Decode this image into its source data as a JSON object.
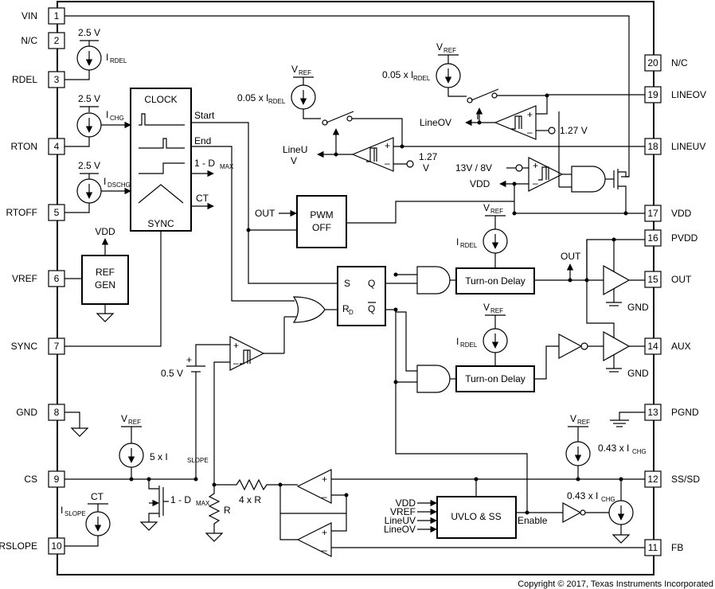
{
  "pins_left": [
    {
      "num": "1",
      "name": "VIN"
    },
    {
      "num": "2",
      "name": "N/C"
    },
    {
      "num": "3",
      "name": "RDEL"
    },
    {
      "num": "4",
      "name": "RTON"
    },
    {
      "num": "5",
      "name": "RTOFF"
    },
    {
      "num": "6",
      "name": "VREF"
    },
    {
      "num": "7",
      "name": "SYNC"
    },
    {
      "num": "8",
      "name": "GND"
    },
    {
      "num": "9",
      "name": "CS"
    },
    {
      "num": "10",
      "name": "RSLOPE"
    }
  ],
  "pins_right": [
    {
      "num": "20",
      "name": "N/C"
    },
    {
      "num": "19",
      "name": "LINEOV"
    },
    {
      "num": "18",
      "name": "LINEUV"
    },
    {
      "num": "17",
      "name": "VDD"
    },
    {
      "num": "16",
      "name": "PVDD"
    },
    {
      "num": "15",
      "name": "OUT"
    },
    {
      "num": "14",
      "name": "AUX"
    },
    {
      "num": "13",
      "name": "PGND"
    },
    {
      "num": "12",
      "name": "SS/SD"
    },
    {
      "num": "11",
      "name": "FB"
    }
  ],
  "blocks": {
    "clock": "CLOCK",
    "sync": "SYNC",
    "start": "Start",
    "end": "End",
    "dmax": "1 - D",
    "dmax_sub": "MAX",
    "ct": "CT",
    "ref_gen_1": "REF",
    "ref_gen_2": "GEN",
    "pwm_off_1": "PWM",
    "pwm_off_2": "OFF",
    "out_in": "OUT",
    "latch_s": "S",
    "latch_q": "Q",
    "latch_rd": "R",
    "latch_rd_sub": "D",
    "latch_qbar": "Q",
    "turn_on_delay_1": "Turn-on Delay",
    "turn_on_delay_2": "Turn-on Delay",
    "uvlo_ss": "UVLO & SS",
    "enable": "Enable"
  },
  "labels": {
    "v25_rdel": "2.5 V",
    "i_rdel": "I",
    "i_rdel_sub": "RDEL",
    "v25_rton": "2.5 V",
    "i_chg": "I",
    "i_chg_sub": "CHG",
    "v25_rtoff": "2.5 V",
    "i_dschg": "I",
    "i_dschg_sub": "DSCHG",
    "vdd_ref": "VDD",
    "v": "V",
    "ref_sub": "REF",
    "lineov_src": "0.05 x I",
    "rdel_sub": "RDEL",
    "lineuv_src": "0.05 x I",
    "lineov_sig": "LineOV",
    "lineu_1": "LineU",
    "lineu_2": "V",
    "ref_127_ov": "1.27 V",
    "ref_127_uv_1": "1.27",
    "ref_127_uv_2": "V",
    "v13_8": "13V / 8V",
    "vdd_int": "VDD",
    "out_node": "OUT",
    "gnd_out": "GND",
    "gnd_aux": "GND",
    "cs_ref": "0.5 V",
    "slope_src": "5 x I",
    "slope_sub": "SLOPE",
    "dmax_sw": "1 - D",
    "dmax_sw_sub": "MAX",
    "r": "R",
    "r4": "4 x R",
    "ct_node": "CT",
    "i_slope": "I",
    "i_slope_sub": "SLOPE",
    "ss_src_top": "0.43 x I",
    "ss_src_top_sub": "CHG",
    "ss_src_bot": "0.43 x I",
    "ss_src_bot_sub": "CHG",
    "uvlo_in_1": "VDD",
    "uvlo_in_2": "VREF",
    "uvlo_in_3": "LineUV",
    "uvlo_in_4": "LineOV",
    "plus": "+",
    "minus": "–"
  },
  "copyright": "Copyright © 2017, Texas Instruments Incorporated"
}
